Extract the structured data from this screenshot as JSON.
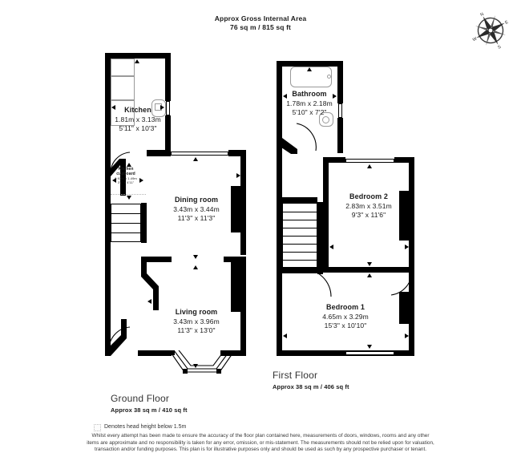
{
  "header": {
    "line1": "Approx Gross Internal Area",
    "line2": "76 sq m / 815 sq ft"
  },
  "compass": {
    "name": "compass-rose",
    "north": "N",
    "east": "E",
    "south": "S",
    "west": "W"
  },
  "rooms": {
    "kitchen": {
      "name": "Kitchen",
      "metric": "1.81m x 3.13m",
      "imperial": "5'11\" x 10'3\""
    },
    "kitchen_cupboard": {
      "name_line1": "Kitchen",
      "name_line2": "cupboard",
      "metric": "0.93m x 1.49m",
      "imperial": "3'1\" x 4'11\""
    },
    "dining_room": {
      "name": "Dining room",
      "metric": "3.43m x 3.44m",
      "imperial": "11'3\" x 11'3\""
    },
    "living_room": {
      "name": "Living room",
      "metric": "3.43m x 3.96m",
      "imperial": "11'3\" x 13'0\""
    },
    "bathroom": {
      "name": "Bathroom",
      "metric": "1.78m x 2.18m",
      "imperial": "5'10\" x 7'2\""
    },
    "bedroom_2": {
      "name": "Bedroom 2",
      "metric": "2.83m x 3.51m",
      "imperial": "9'3\" x 11'6\""
    },
    "bedroom_1": {
      "name": "Bedroom 1",
      "metric": "4.65m x 3.29m",
      "imperial": "15'3\" x 10'10\""
    }
  },
  "floors": {
    "ground": {
      "title": "Ground Floor",
      "area": "Approx 38 sq m / 410 sq ft"
    },
    "first": {
      "title": "First Floor",
      "area": "Approx 38 sq m / 406 sq ft"
    }
  },
  "footer": {
    "legend": "Denotes head height below 1.5m",
    "disclaimer": "Whilst every attempt has been made to ensure the accuracy of the floor plan contained here, measurements of doors, windows, rooms and any other items are approximate and no responsibility is taken for any error, omission, or mis-statement. The measurements should not be relied upon for valuation, transaction and/or funding purposes. This plan is for illustrative purposes only and should be used as such by any prospective purchaser or tenant."
  },
  "colors": {
    "wall": "#000000",
    "background": "#ffffff",
    "fixture_outline": "#9a9a9a",
    "hatch": "#b4b4b4"
  }
}
